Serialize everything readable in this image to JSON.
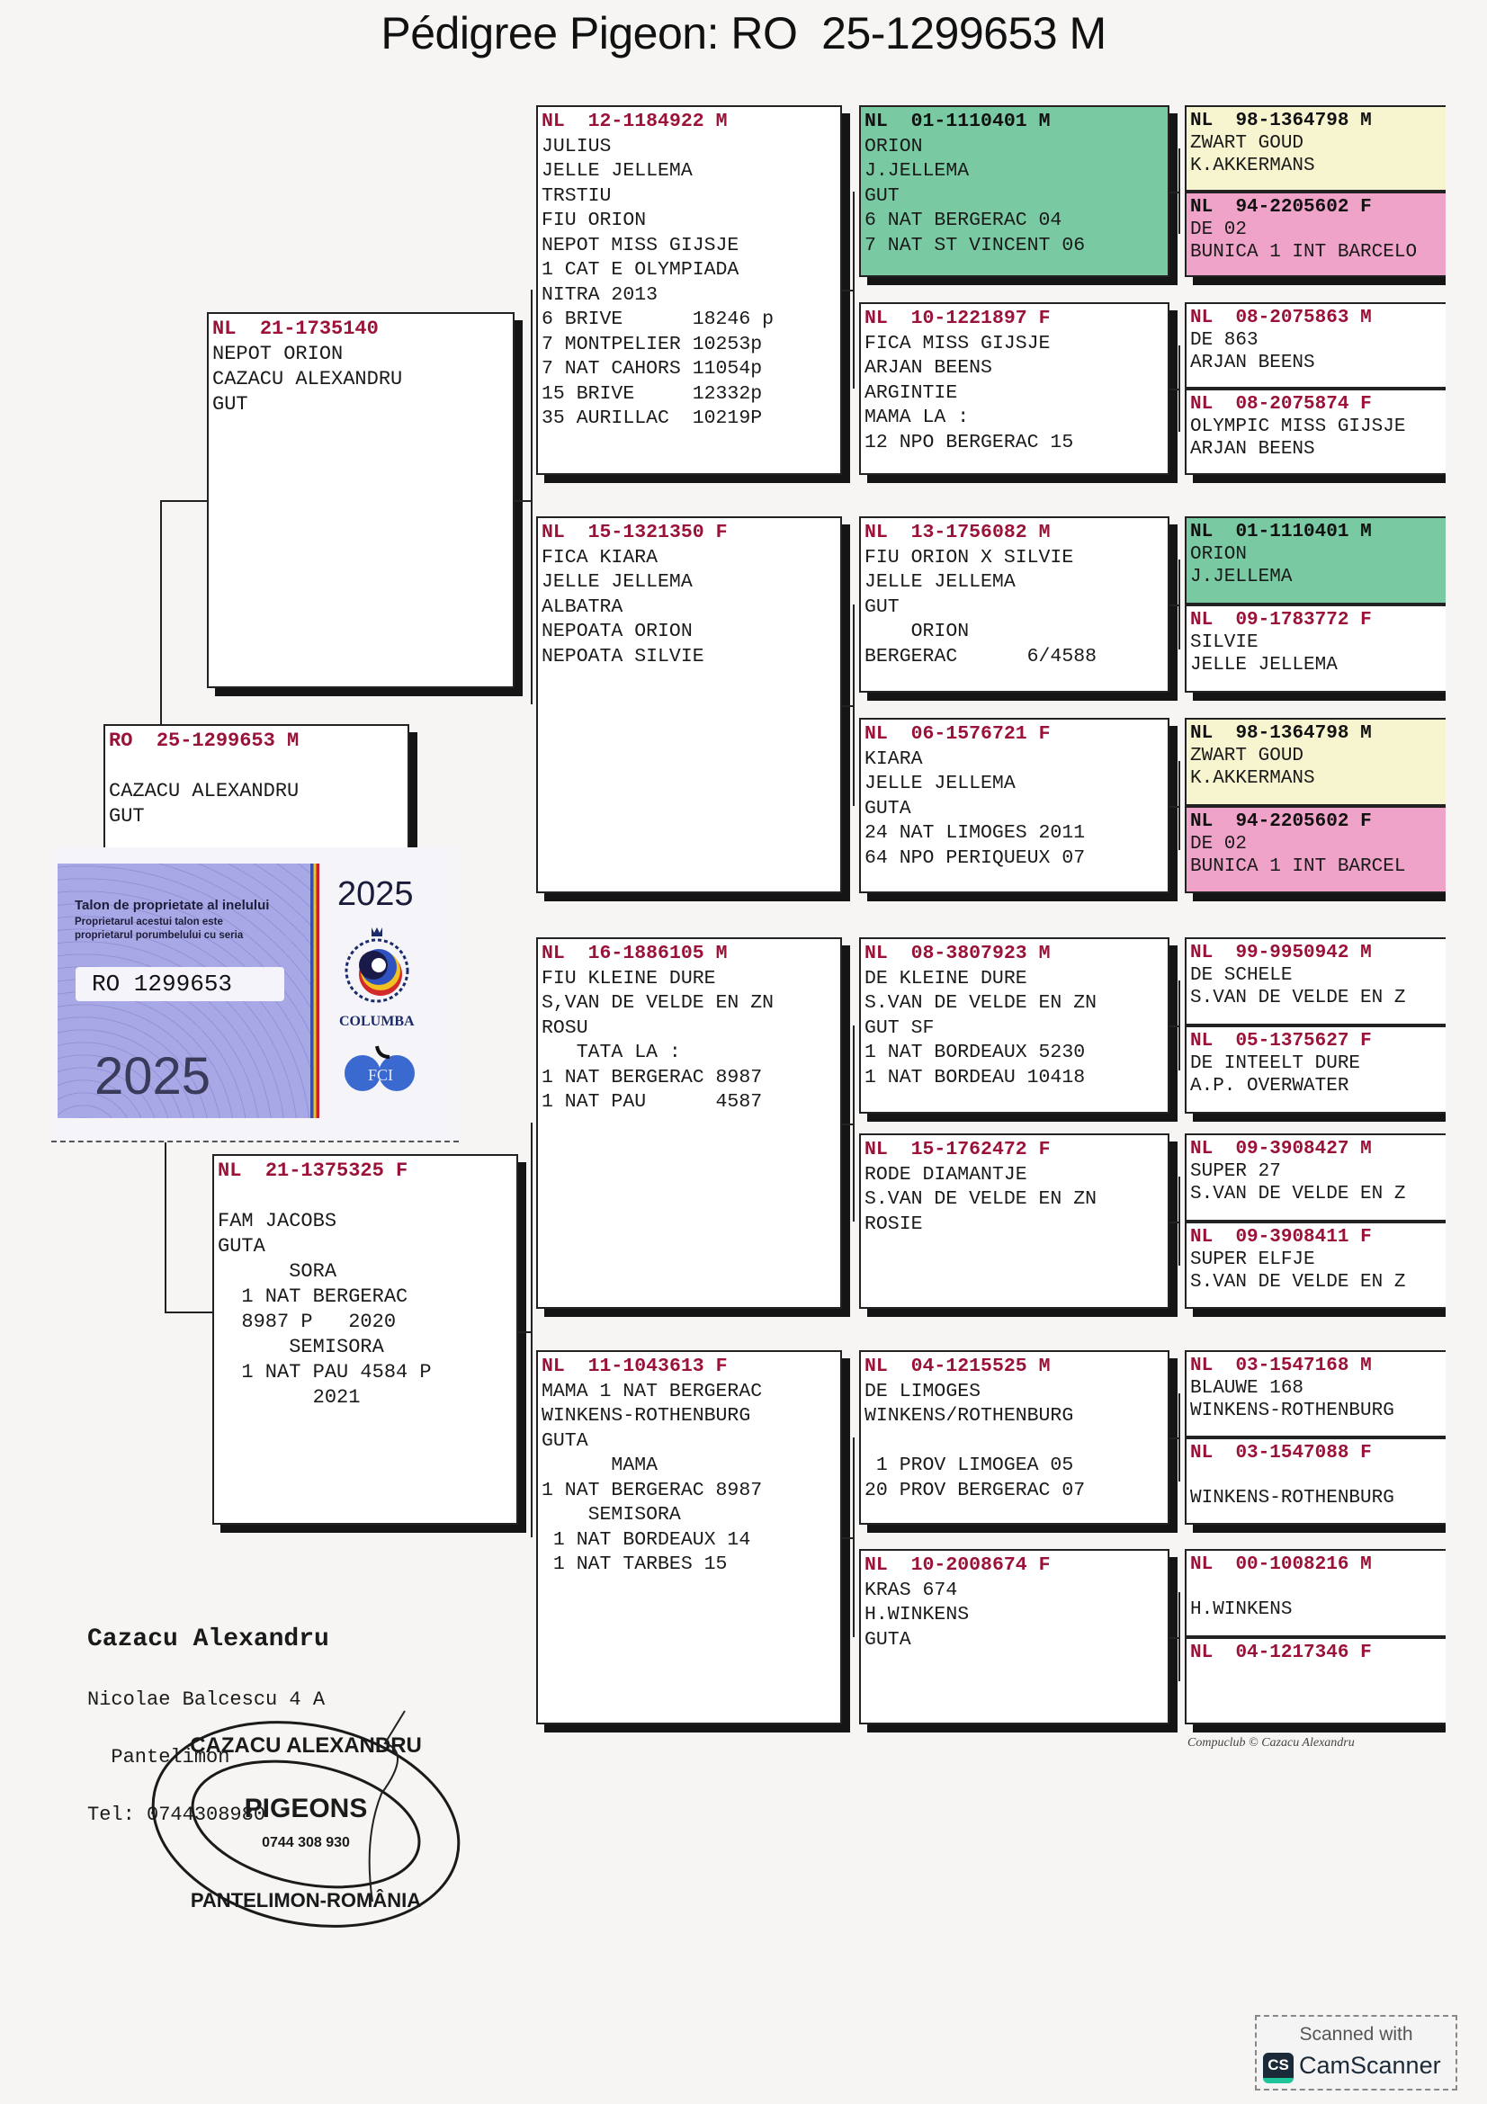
{
  "title": "Pédigree Pigeon: RO  25-1299653 M",
  "subject": {
    "country": "RO",
    "ring": "25-1299653",
    "sex": "M",
    "lines": [
      "",
      "CAZACU ALEXANDRU",
      "GUT"
    ]
  },
  "sire": {
    "country": "NL",
    "ring": "21-1735140",
    "sex": "",
    "lines": [
      "NEPOT ORION",
      "CAZACU ALEXANDRU",
      "GUT"
    ]
  },
  "dam": {
    "country": "NL",
    "ring": "21-1375325",
    "sex": "F",
    "lines": [
      "",
      "FAM JACOBS",
      "GUTA",
      "      SORA",
      "  1 NAT BERGERAC",
      "  8987 P   2020",
      "      SEMISORA",
      "  1 NAT PAU 4584 P",
      "        2021"
    ]
  },
  "gen2": [
    {
      "country": "NL",
      "ring": "12-1184922",
      "sex": "M",
      "lines": [
        "JULIUS",
        "JELLE JELLEMA",
        "TRSTIU",
        "FIU ORION",
        "NEPOT MISS GIJSJE",
        "1 CAT E OLYMPIADA",
        "NITRA 2013",
        "6 BRIVE      18246 p",
        "7 MONTPELIER 10253p",
        "7 NAT CAHORS 11054p",
        "15 BRIVE     12332p",
        "35 AURILLAC  10219P"
      ]
    },
    {
      "country": "NL",
      "ring": "15-1321350",
      "sex": "F",
      "lines": [
        "FICA KIARA",
        "JELLE JELLEMA",
        "ALBATRA",
        "NEPOATA ORION",
        "NEPOATA SILVIE"
      ]
    },
    {
      "country": "NL",
      "ring": "16-1886105",
      "sex": "M",
      "lines": [
        "FIU KLEINE DURE",
        "S,VAN DE VELDE EN ZN",
        "ROSU",
        "   TATA LA :",
        "1 NAT BERGERAC 8987",
        "1 NAT PAU      4587"
      ]
    },
    {
      "country": "NL",
      "ring": "11-1043613",
      "sex": "F",
      "lines": [
        "MAMA 1 NAT BERGERAC",
        "WINKENS-ROTHENBURG",
        "GUTA",
        "      MAMA",
        "1 NAT BERGERAC 8987",
        "    SEMISORA",
        " 1 NAT BORDEAUX 14",
        " 1 NAT TARBES 15"
      ]
    }
  ],
  "gen3": [
    {
      "country": "NL",
      "ring": "01-1110401",
      "sex": "M",
      "highlight": "green",
      "lines": [
        "ORION",
        "J.JELLEMA",
        "GUT",
        "6 NAT BERGERAC 04",
        "7 NAT ST VINCENT 06"
      ]
    },
    {
      "country": "NL",
      "ring": "10-1221897",
      "sex": "F",
      "lines": [
        "FICA MISS GIJSJE",
        "ARJAN BEENS",
        "ARGINTIE",
        "MAMA LA :",
        "12 NPO BERGERAC 15"
      ]
    },
    {
      "country": "NL",
      "ring": "13-1756082",
      "sex": "M",
      "lines": [
        "FIU ORION X SILVIE",
        "JELLE JELLEMA",
        "GUT",
        "    ORION",
        "BERGERAC      6/4588"
      ]
    },
    {
      "country": "NL",
      "ring": "06-1576721",
      "sex": "F",
      "lines": [
        "KIARA",
        "JELLE JELLEMA",
        "GUTA",
        "24 NAT LIMOGES 2011",
        "64 NPO PERIQUEUX 07"
      ]
    },
    {
      "country": "NL",
      "ring": "08-3807923",
      "sex": "M",
      "lines": [
        "DE KLEINE DURE",
        "S.VAN DE VELDE EN ZN",
        "GUT SF",
        "1 NAT BORDEAUX 5230",
        "1 NAT BORDEAU 10418"
      ]
    },
    {
      "country": "NL",
      "ring": "15-1762472",
      "sex": "F",
      "lines": [
        "RODE DIAMANTJE",
        "S.VAN DE VELDE EN ZN",
        "ROSIE"
      ]
    },
    {
      "country": "NL",
      "ring": "04-1215525",
      "sex": "M",
      "lines": [
        "DE LIMOGES",
        "WINKENS/ROTHENBURG",
        "",
        " 1 PROV LIMOGEA 05",
        "20 PROV BERGERAC 07"
      ]
    },
    {
      "country": "NL",
      "ring": "10-2008674",
      "sex": "F",
      "lines": [
        "KRAS 674",
        "H.WINKENS",
        "GUTA"
      ]
    }
  ],
  "gen4": [
    {
      "country": "NL",
      "ring": "98-1364798",
      "sex": "M",
      "highlight": "yellow",
      "lines": [
        "ZWART GOUD",
        "K.AKKERMANS"
      ]
    },
    {
      "country": "NL",
      "ring": "94-2205602",
      "sex": "F",
      "highlight": "pink",
      "lines": [
        "DE 02",
        "BUNICA 1 INT BARCELO"
      ]
    },
    {
      "country": "NL",
      "ring": "08-2075863",
      "sex": "M",
      "lines": [
        "DE 863",
        "ARJAN BEENS"
      ]
    },
    {
      "country": "NL",
      "ring": "08-2075874",
      "sex": "F",
      "lines": [
        "OLYMPIC MISS GIJSJE",
        "ARJAN BEENS"
      ]
    },
    {
      "country": "NL",
      "ring": "01-1110401",
      "sex": "M",
      "highlight": "green",
      "lines": [
        "ORION",
        "J.JELLEMA"
      ]
    },
    {
      "country": "NL",
      "ring": "09-1783772",
      "sex": "F",
      "lines": [
        "SILVIE",
        "JELLE JELLEMA"
      ]
    },
    {
      "country": "NL",
      "ring": "98-1364798",
      "sex": "M",
      "highlight": "yellow",
      "lines": [
        "ZWART GOUD",
        "K.AKKERMANS"
      ]
    },
    {
      "country": "NL",
      "ring": "94-2205602",
      "sex": "F",
      "highlight": "pink",
      "lines": [
        "DE 02",
        "BUNICA 1 INT BARCEL"
      ]
    },
    {
      "country": "NL",
      "ring": "99-9950942",
      "sex": "M",
      "lines": [
        "DE SCHELE",
        "S.VAN DE VELDE EN Z"
      ]
    },
    {
      "country": "NL",
      "ring": "05-1375627",
      "sex": "F",
      "lines": [
        "DE INTEELT DURE",
        "A.P. OVERWATER"
      ]
    },
    {
      "country": "NL",
      "ring": "09-3908427",
      "sex": "M",
      "lines": [
        "SUPER 27",
        "S.VAN DE VELDE EN Z"
      ]
    },
    {
      "country": "NL",
      "ring": "09-3908411",
      "sex": "F",
      "lines": [
        "SUPER ELFJE",
        "S.VAN DE VELDE EN Z"
      ]
    },
    {
      "country": "NL",
      "ring": "03-1547168",
      "sex": "M",
      "lines": [
        "BLAUWE 168",
        "WINKENS-ROTHENBURG"
      ]
    },
    {
      "country": "NL",
      "ring": "03-1547088",
      "sex": "F",
      "lines": [
        "",
        "WINKENS-ROTHENBURG"
      ]
    },
    {
      "country": "NL",
      "ring": "00-1008216",
      "sex": "M",
      "lines": [
        "",
        "H.WINKENS"
      ]
    },
    {
      "country": "NL",
      "ring": "04-1217346",
      "sex": "F",
      "lines": []
    }
  ],
  "talon": {
    "title": "Talon de proprietate al inelului",
    "subtitle": "Proprietarul acestui talon este\nproprietarul porumbelului cu seria",
    "ring": "RO 1299653",
    "year_large": "2025",
    "year_small": "2025",
    "logo_label": "COLUMBA",
    "fci_label": "FCI"
  },
  "owner": {
    "name": "Cazacu Alexandru",
    "street": "Nicolae Balcescu 4 A",
    "city": "  Pantelimon",
    "phone": "Tel: 0744308980"
  },
  "stamp": {
    "top": "CAZACU ALEXANDRU",
    "middle": "PIGEONS",
    "phone": "0744 308 930",
    "bottom": "PANTELIMON-ROMÂNIA"
  },
  "footer": {
    "credit": "Compuclub © Cazacu Alexandru"
  },
  "watermark": {
    "scanned_with": "Scanned with",
    "brand": "CamScanner",
    "logo": "CS"
  },
  "colors": {
    "ring_red": "#9a1238",
    "green": "#79c9a3",
    "yellow": "#f7f5cf",
    "pink": "#f0a3c9"
  }
}
